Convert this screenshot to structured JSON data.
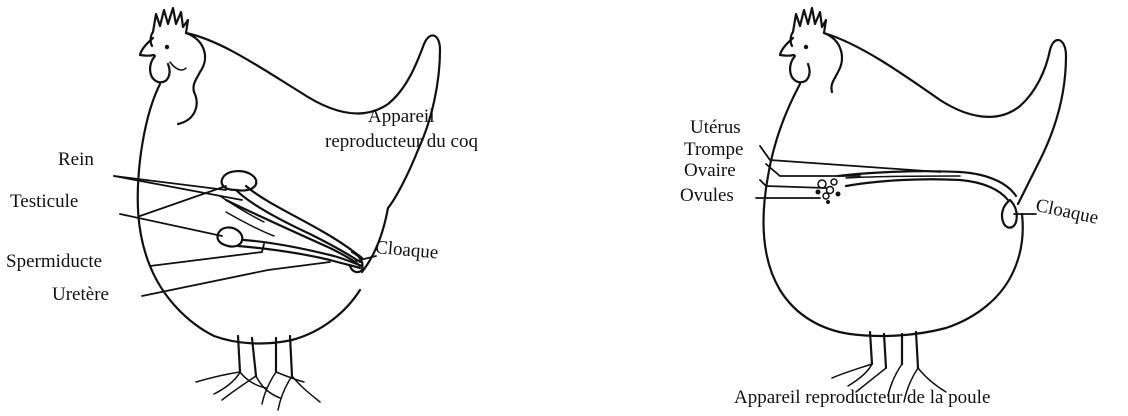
{
  "rooster": {
    "title_line1": "Appareil",
    "title_line2": "reproducteur du coq",
    "labels": {
      "rein": "Rein",
      "testicule": "Testicule",
      "spermiducte": "Spermiducte",
      "uretere": "Uretère",
      "cloaque": "Cloaque"
    }
  },
  "hen": {
    "caption": "Appareil reproducteur de la poule",
    "labels": {
      "uterus": "Utérus",
      "trompe": "Trompe",
      "ovaire": "Ovaire",
      "ovules": "Ovules",
      "cloaque": "Cloaque"
    }
  }
}
